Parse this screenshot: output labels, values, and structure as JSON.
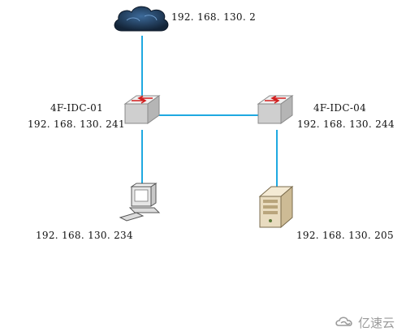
{
  "nodes": {
    "cloud": {
      "ip": "192. 168. 130. 2",
      "icon": "cloud-icon"
    },
    "switch_left": {
      "name": "4F-IDC-01",
      "ip": "192. 168. 130. 241",
      "icon": "switch-icon"
    },
    "switch_right": {
      "name": "4F-IDC-04",
      "ip": "192. 168. 130. 244",
      "icon": "switch-icon"
    },
    "workstation": {
      "ip": "192. 168. 130. 234",
      "icon": "desktop-computer-icon"
    },
    "server": {
      "ip": "192. 168. 130. 205",
      "icon": "tower-server-icon"
    }
  },
  "watermark": {
    "text": "亿速云",
    "icon": "yisu-cloud-logo-icon"
  },
  "colors": {
    "link": "#1fa9e1",
    "cloud": "#1d3553",
    "switch": "#dcdcdc",
    "arrow": "#d21f1f",
    "server": "#e9dcc0"
  }
}
